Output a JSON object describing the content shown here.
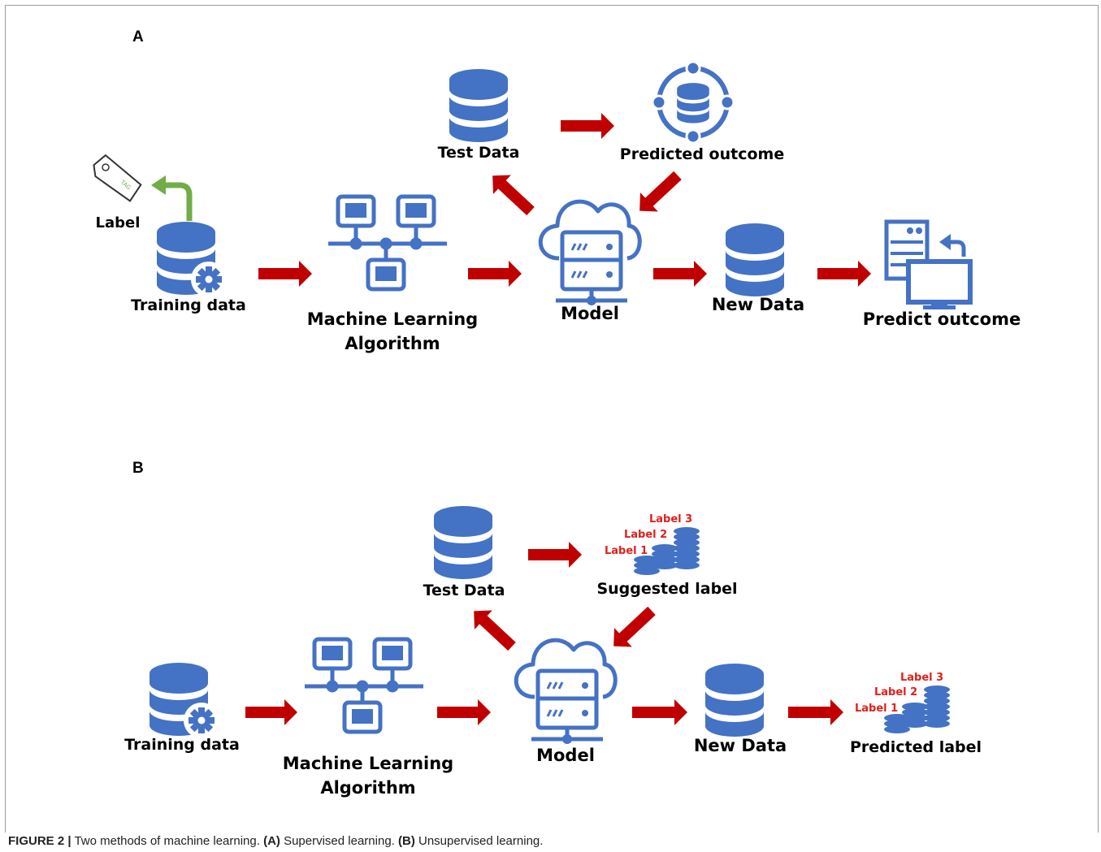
{
  "panel_a": {
    "tag": "A",
    "label": "Label",
    "tag_text": "TAG",
    "training_data": "Training data",
    "ml_algorithm_line1": "Machine Learning",
    "ml_algorithm_line2": "Algorithm",
    "model": "Model",
    "test_data": "Test Data",
    "predicted_outcome": "Predicted outcome",
    "new_data": "New Data",
    "predict_outcome": "Predict outcome"
  },
  "panel_b": {
    "tag": "B",
    "training_data": "Training data",
    "ml_algorithm_line1": "Machine Learning",
    "ml_algorithm_line2": "Algorithm",
    "model": "Model",
    "test_data": "Test Data",
    "suggested_label": "Suggested label",
    "new_data": "New Data",
    "predicted_label": "Predicted label",
    "label_1": "Label 1",
    "label_2": "Label 2",
    "label_3": "Label 3"
  },
  "caption": {
    "figure": "FIGURE 2 |",
    "text1": " Two methods of machine learning. ",
    "a_ref": "(A)",
    "text2": " Supervised learning. ",
    "b_ref": "(B)",
    "text3": " Unsupervised learning."
  },
  "colors": {
    "icon_blue": "#4472c4",
    "arrow_red": "#c00000",
    "arrow_green": "#70ad47",
    "label_red": "#e0201b"
  }
}
